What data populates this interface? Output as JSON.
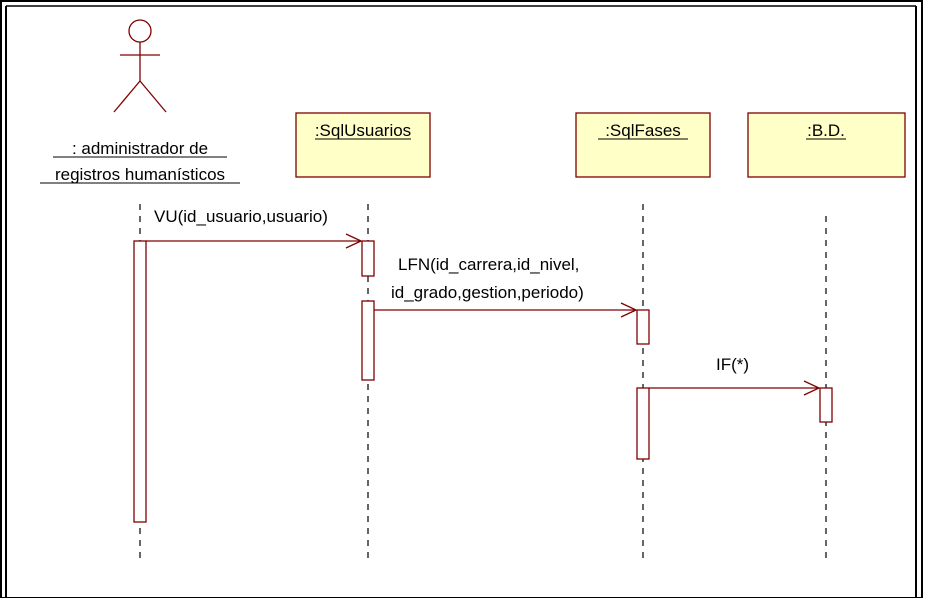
{
  "diagram": {
    "colors": {
      "object_fill": "#ffffc8",
      "object_stroke": "#800000",
      "lifeline": "#000000",
      "activation_stroke": "#800000",
      "message_line": "#800000",
      "actor_stroke": "#800000",
      "frame": "#000000"
    },
    "actor": {
      "icon": "stick-figure-actor-icon",
      "name_line1": ": administrador de",
      "name_line2": "registros humanísticos"
    },
    "objects": [
      {
        "id": "sqlusuarios",
        "label": ":SqlUsuarios"
      },
      {
        "id": "sqlfases",
        "label": ":SqlFases"
      },
      {
        "id": "bd",
        "label": ":B.D."
      }
    ],
    "messages": [
      {
        "id": "vu",
        "from": "actor",
        "to": "sqlusuarios",
        "label_lines": [
          "VU(id_usuario,usuario)"
        ]
      },
      {
        "id": "lfn",
        "from": "sqlusuarios",
        "to": "sqlfases",
        "label_lines": [
          "LFN(id_carrera,id_nivel,",
          "id_grado,gestion,periodo)"
        ]
      },
      {
        "id": "if",
        "from": "sqlfases",
        "to": "bd",
        "label_lines": [
          "IF(*)"
        ]
      }
    ]
  }
}
